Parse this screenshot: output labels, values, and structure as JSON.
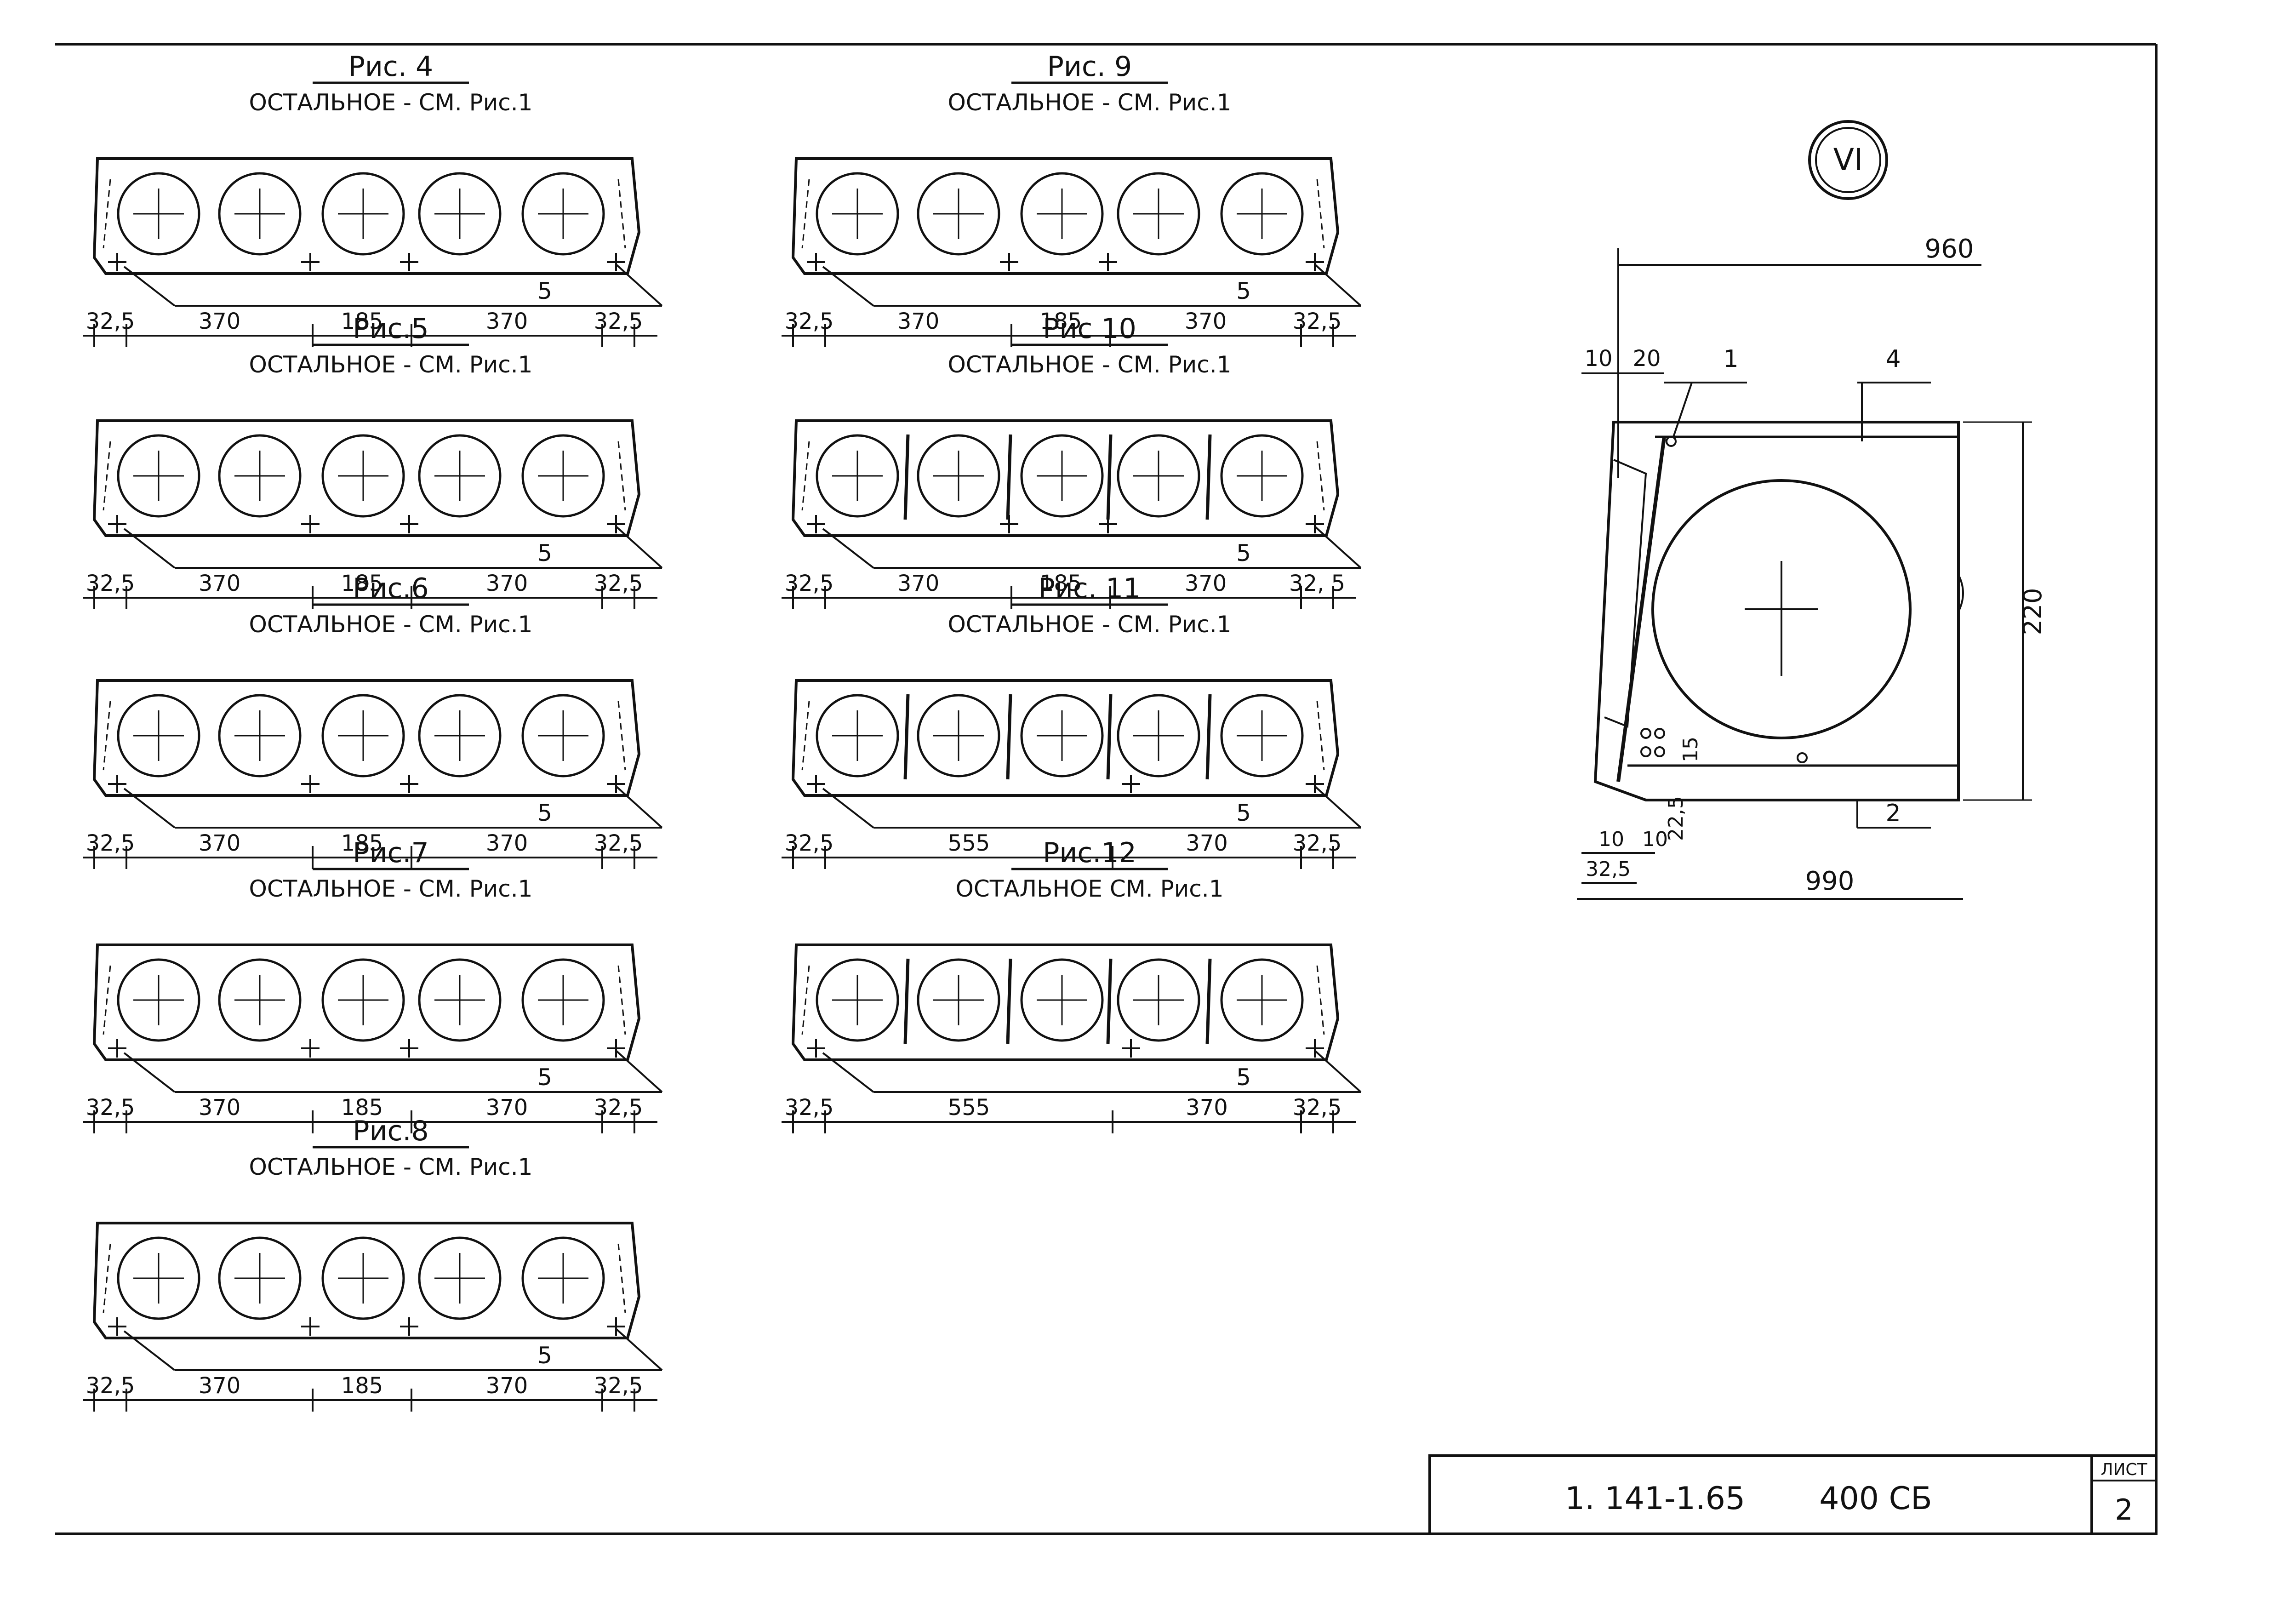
{
  "figures": [
    {
      "title": "Рис. 4",
      "subtitle": "ОСТАЛЬНОЕ - СМ. Рис.1",
      "dims": [
        "32,5",
        "370",
        "185",
        "370",
        "32,5"
      ],
      "item": "5",
      "variant": "standard"
    },
    {
      "title": "Рис.5",
      "subtitle": "ОСТАЛЬНОЕ - СМ. Рис.1",
      "dims": [
        "32,5",
        "370",
        "185",
        "370",
        "32,5"
      ],
      "item": "5",
      "variant": "standard"
    },
    {
      "title": "Рис.6",
      "subtitle": "ОСТАЛЬНОЕ - СМ. Рис.1",
      "dims": [
        "32,5",
        "370",
        "185",
        "370",
        "32,5"
      ],
      "item": "5",
      "variant": "standard"
    },
    {
      "title": "Рис.7",
      "subtitle": "ОСТАЛЬНОЕ - СМ. Рис.1",
      "dims": [
        "32,5",
        "370",
        "185",
        "370",
        "32,5"
      ],
      "item": "5",
      "variant": "standard"
    },
    {
      "title": "Рис.8",
      "subtitle": "ОСТАЛЬНОЕ - СМ. Рис.1",
      "dims": [
        "32,5",
        "370",
        "185",
        "370",
        "32,5"
      ],
      "item": "5",
      "variant": "standard"
    },
    {
      "title": "Рис. 9",
      "subtitle": "ОСТАЛЬНОЕ - СМ. Рис.1",
      "dims": [
        "32,5",
        "370",
        "185",
        "370",
        "32,5"
      ],
      "item": "5",
      "variant": "standard"
    },
    {
      "title": "Рис 10",
      "subtitle": "ОСТАЛЬНОЕ - СМ. Рис.1",
      "dims": [
        "32,5",
        "370",
        "185",
        "370",
        "32, 5"
      ],
      "item": "5",
      "variant": "bars"
    },
    {
      "title": "Рис. 11",
      "subtitle": "ОСТАЛЬНОЕ - СМ. Рис.1",
      "dims": [
        "32,5",
        "555",
        "370",
        "32,5"
      ],
      "item": "5",
      "variant": "bars-wide"
    },
    {
      "title": "Рис.12",
      "subtitle": "ОСТАЛЬНОЕ СМ. Рис.1",
      "dims": [
        "32,5",
        "555",
        "370",
        "32,5"
      ],
      "item": "5",
      "variant": "bars-wide"
    }
  ],
  "section": {
    "label": "VI",
    "dims": {
      "top": "960",
      "left_a": "10",
      "left_b": "20",
      "height": "220",
      "right_top": "15",
      "right_mid": "22,5",
      "b1": "10",
      "b2": "10",
      "b3": "32,5",
      "bottom": "990"
    },
    "callouts": [
      "1",
      "4",
      "2"
    ]
  },
  "title_block": {
    "code": "1. 141-1.65",
    "series": "400 СБ",
    "sheet_label": "ЛИСТ",
    "sheet_number": "2"
  }
}
